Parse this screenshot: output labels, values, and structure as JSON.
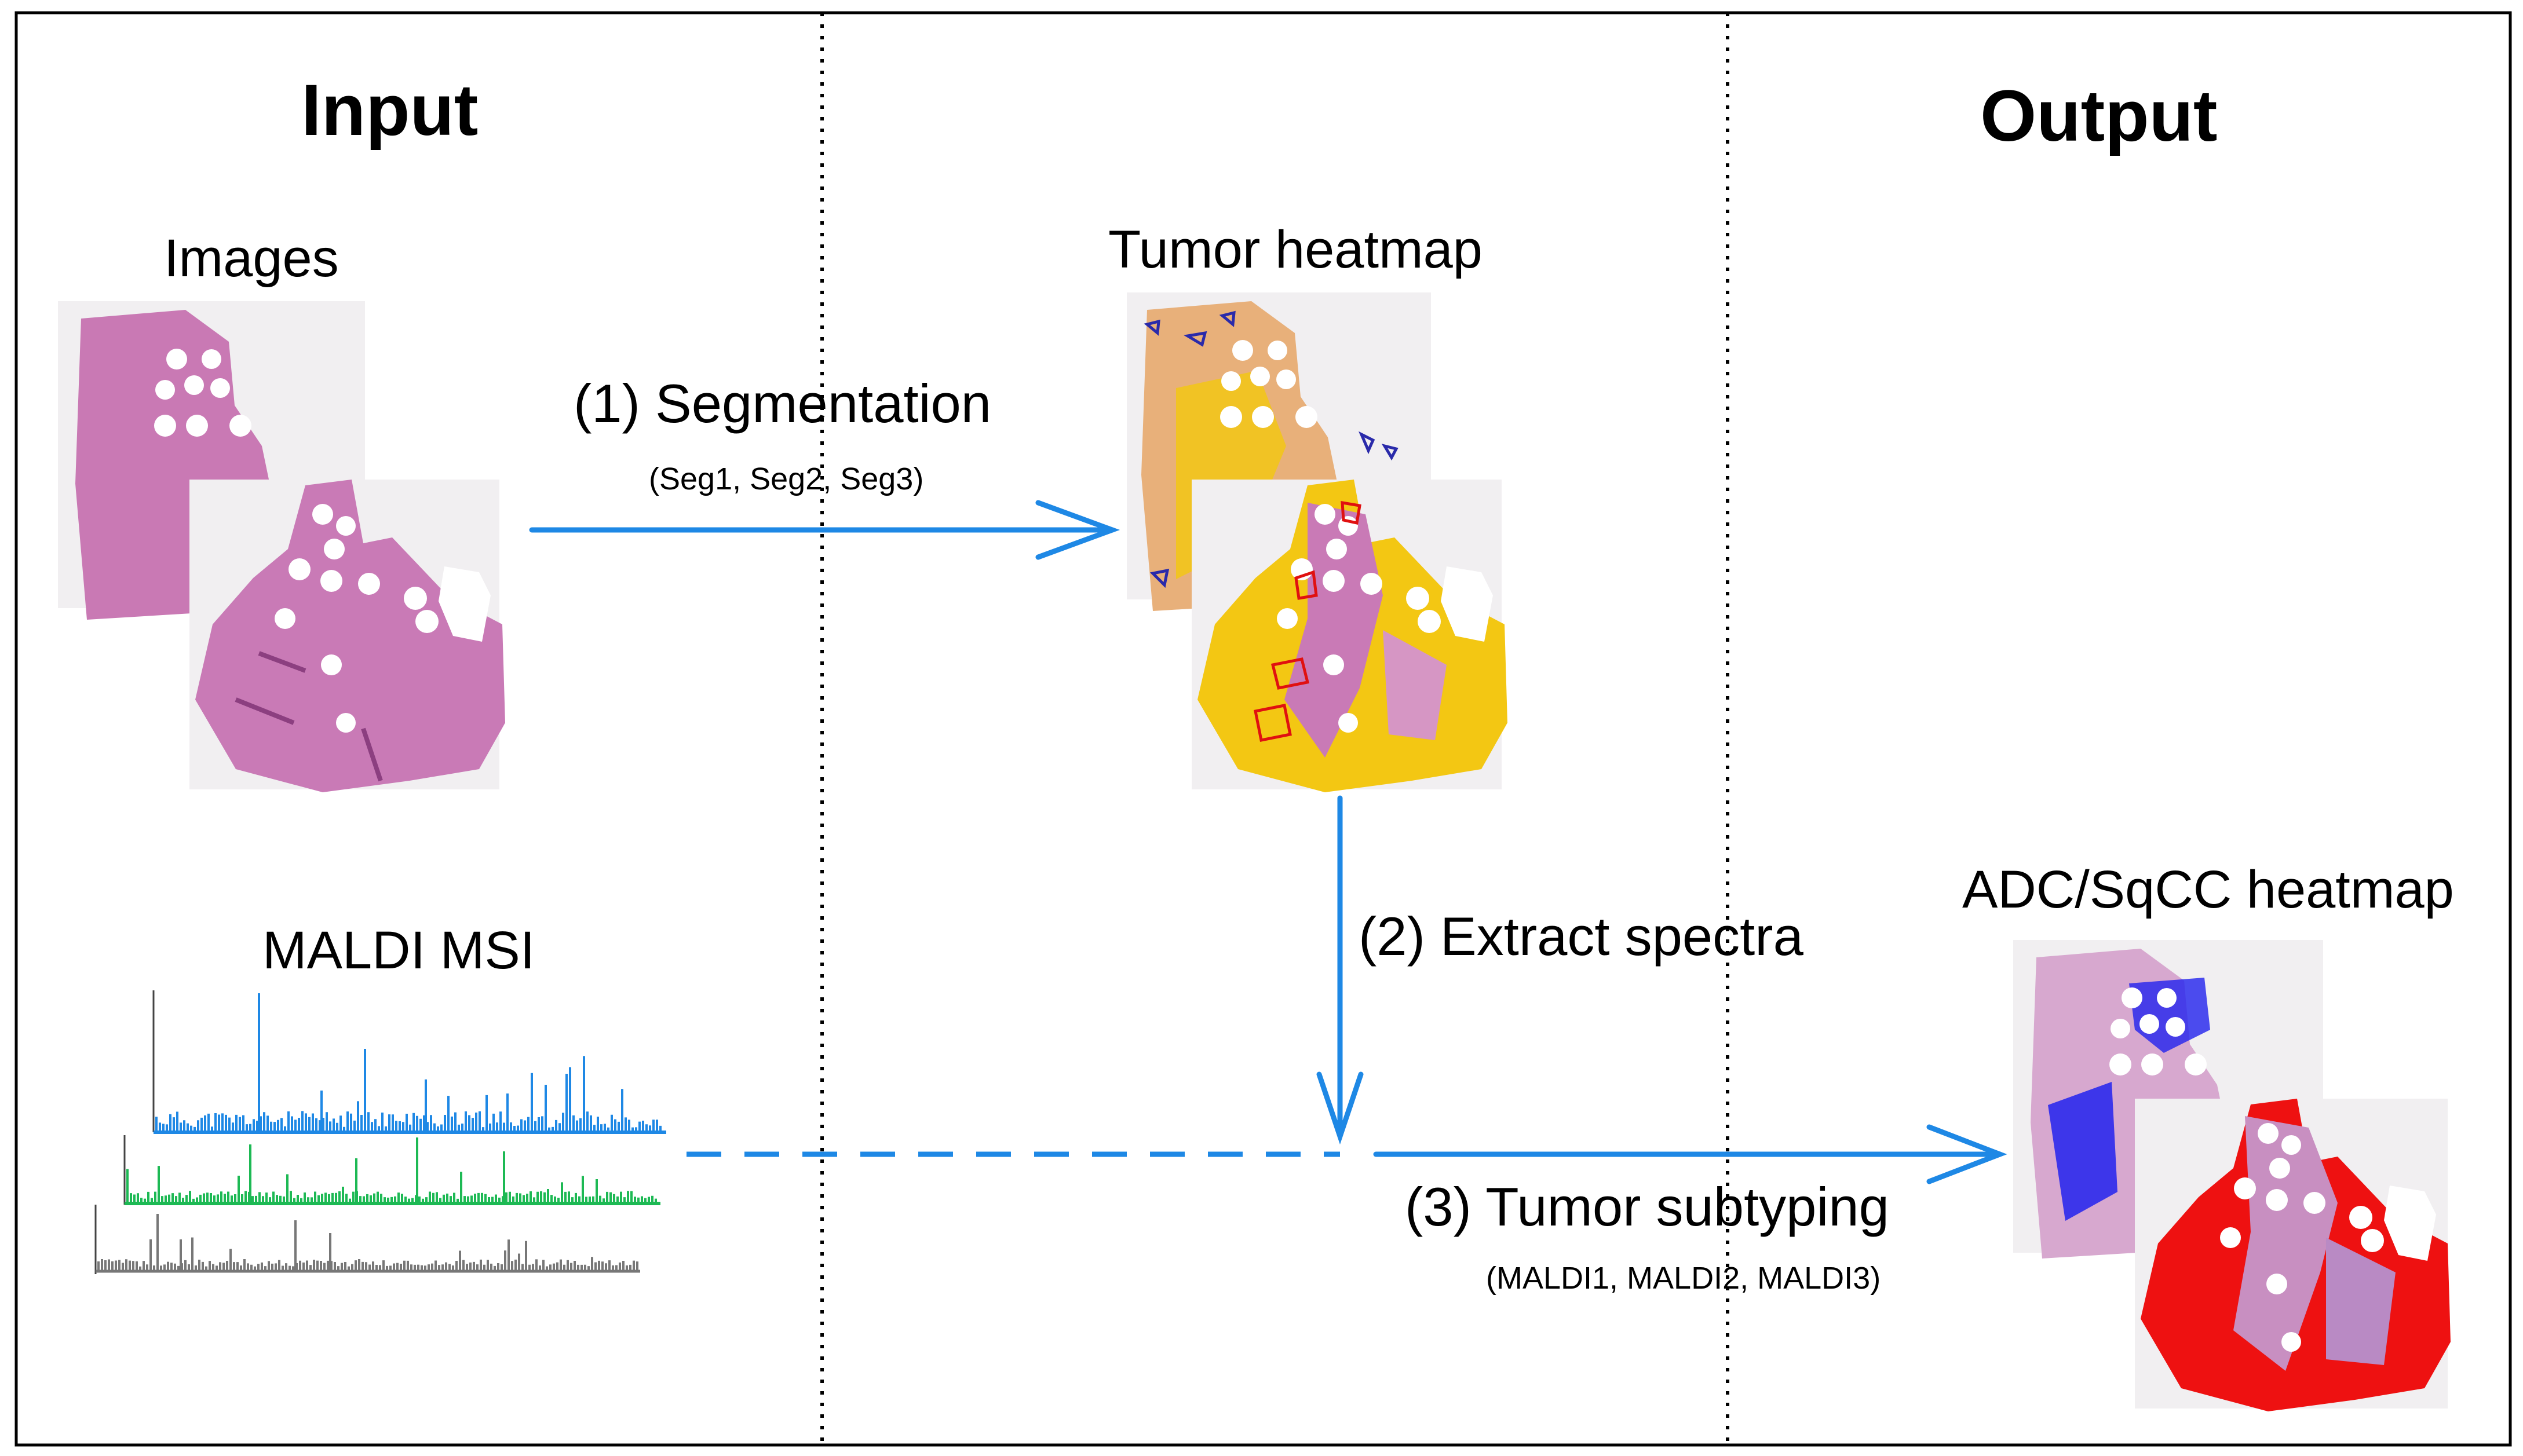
{
  "headings": {
    "input": "Input",
    "output": "Output"
  },
  "labels": {
    "images": "Images",
    "maldi": "MALDI MSI",
    "tumor_heatmap": "Tumor heatmap",
    "adc_heatmap": "ADC/SqCC heatmap"
  },
  "steps": {
    "segmentation": {
      "title": "(1) Segmentation",
      "detail": "(Seg1, Seg2, Seg3)"
    },
    "extract": {
      "title": "(2) Extract spectra"
    },
    "subtyping": {
      "title": "(3) Tumor subtyping",
      "detail": "(MALDI1, MALDI2, MALDI3)"
    }
  },
  "colors": {
    "arrow": "#1e88e5",
    "tissue": "#c979b4",
    "tissue_light": "#e3b3d6",
    "tumor_yellow": "#f2c80f",
    "adc_blue": "#2222ee",
    "sqcc_red": "#ee1111",
    "spectrum_blue": "#1e88e5",
    "spectrum_green": "#1db954",
    "spectrum_gray": "#777777"
  }
}
